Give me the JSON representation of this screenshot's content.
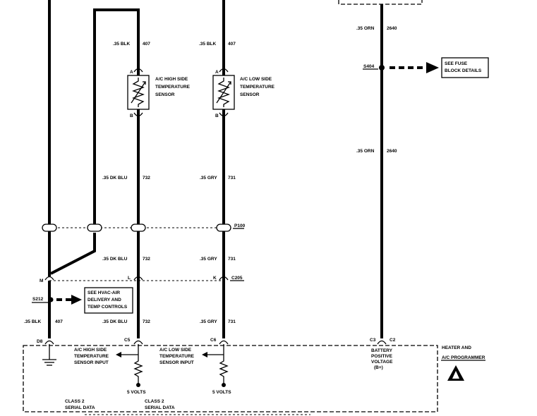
{
  "wires": {
    "w407_top": ".35 BLK",
    "c407_top": "407",
    "w407_low_top": ".35 BLK",
    "c407_low_top": "407",
    "w2640_top": ".35 ORN",
    "c2640_top": "2640",
    "w2640_mid": ".35 ORN",
    "c2640_mid": "2640",
    "w732_a": ".35 DK BLU",
    "c732_a": "732",
    "w731_a": ".35 GRY",
    "c731_a": "731",
    "w732_b": ".35 DK BLU",
    "c732_b": "732",
    "w731_b": ".35 GRY",
    "c731_b": "731",
    "w407_bot": ".35 BLK",
    "c407_bot": "407",
    "w732_c": ".35 DK BLU",
    "c732_c": "732",
    "w731_c": ".35 GRY",
    "c731_c": "731"
  },
  "sensors": {
    "high": [
      "A/C HIGH SIDE",
      "TEMPERATURE",
      "SENSOR"
    ],
    "low": [
      "A/C LOW SIDE",
      "TEMPERATURE",
      "SENSOR"
    ],
    "pin_a": "A",
    "pin_b": "B"
  },
  "splices": {
    "s404": "S404",
    "s212": "S212",
    "fuse_ref": [
      "SEE FUSE",
      "BLOCK DETAILS"
    ],
    "hvac_ref": [
      "SEE HVAC-AIR",
      "DELIVERY AND",
      "TEMP CONTROLS"
    ]
  },
  "connectors": {
    "p100": "P100",
    "c205": "C205",
    "pin_m": "M",
    "pin_l": "L",
    "pin_k": "K",
    "d8": "D8",
    "c5": "C5",
    "c6": "C6",
    "c3": "C3",
    "c2": "C2"
  },
  "module": {
    "name_line1": "HEATER AND",
    "name_line2": "A/C PROGRAMMER",
    "high_input": [
      "A/C HIGH SIDE",
      "TEMPERATURE",
      "SENSOR INPUT"
    ],
    "low_input": [
      "A/C LOW SIDE",
      "TEMPERATURE",
      "SENSOR INPUT"
    ],
    "battery": [
      "BATTERY",
      "POSITIVE",
      "VOLTAGE",
      "(B+)"
    ],
    "volts_left": "5 VOLTS",
    "volts_right": "5 VOLTS",
    "serial_left": [
      "CLASS 2",
      "SERIAL DATA"
    ],
    "serial_right": [
      "CLASS 2",
      "SERIAL DATA"
    ]
  }
}
